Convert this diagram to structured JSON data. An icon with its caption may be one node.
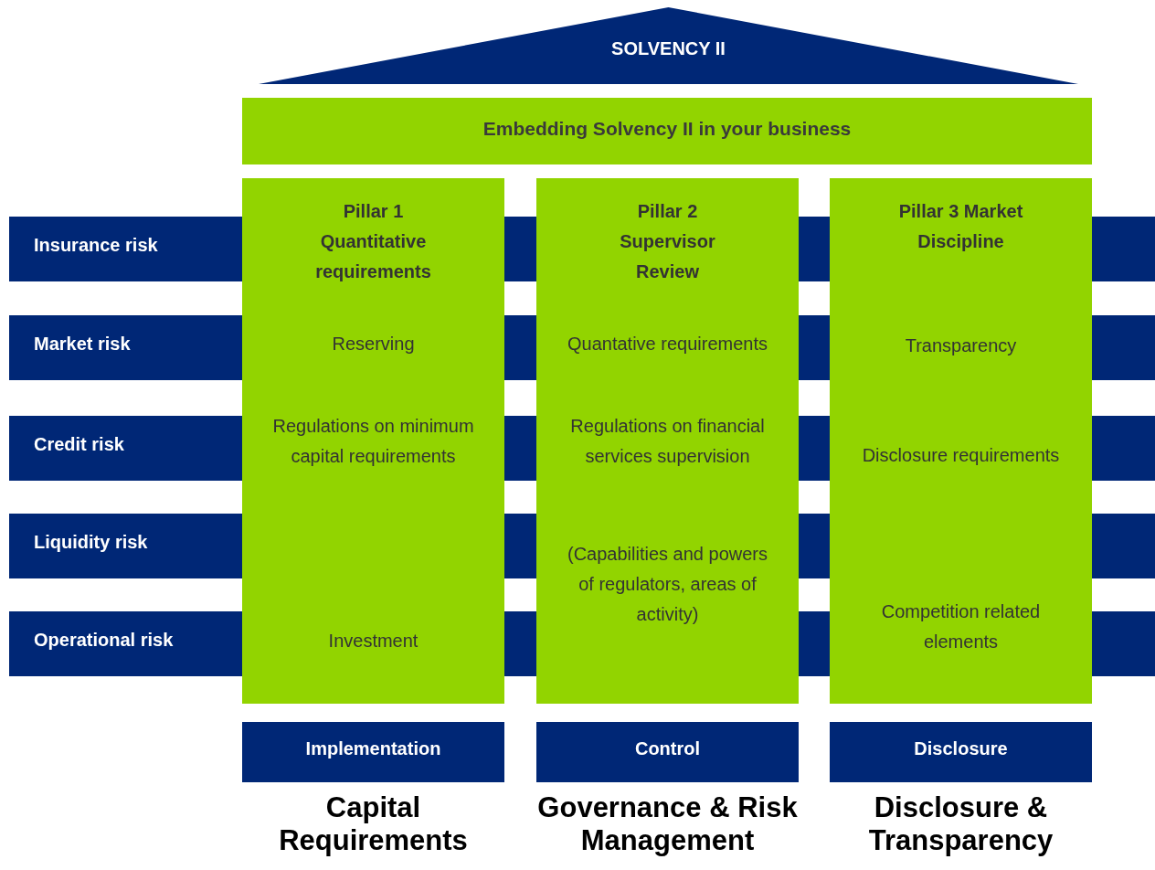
{
  "diagram": {
    "nodes": [
      {
        "text": [
          "SOLVENCY II"
        ]
      },
      {
        "text": [
          "Embedding Solvency II in your business"
        ]
      },
      {
        "text": [
          "Insurance risk"
        ]
      },
      {
        "text": [
          "Market risk"
        ]
      },
      {
        "text": [
          "Credit risk"
        ]
      },
      {
        "text": [
          "Liquidity risk"
        ]
      },
      {
        "text": [
          "Operational risk"
        ]
      },
      {
        "text": [
          "Pillar 1 Quantitative requirements",
          "Reserving",
          "Regulations on minimum capital requirements",
          "Investment"
        ]
      },
      {
        "text": [
          "Pillar 2 Supervisor Review",
          "Quantative requirements",
          "Regulations on financial services supervision",
          "(Capabilities and powers of regulators, areas of activity)"
        ]
      },
      {
        "text": [
          "Pillar 3 Market Discipline",
          "Transparency",
          "Disclosure requirements",
          "Competition related elements"
        ]
      },
      {
        "text": [
          "Implementation"
        ],
        "beside": [
          "Capital Requirements"
        ]
      },
      {
        "text": [
          "Control"
        ],
        "beside": [
          "Governance & Risk Management"
        ]
      },
      {
        "text": [
          "Disclosure"
        ],
        "beside": [
          "Disclosure & Transparency"
        ]
      }
    ],
    "edges": []
  }
}
